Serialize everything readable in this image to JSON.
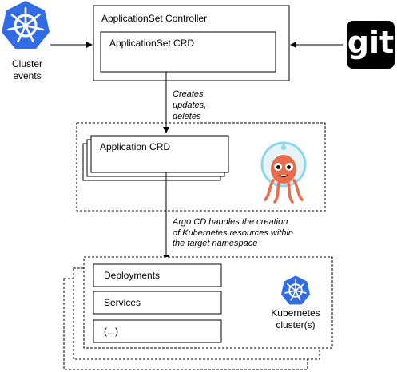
{
  "controller": {
    "title": "ApplicationSet Controller",
    "crd_label": "ApplicationSet CRD"
  },
  "sources": {
    "cluster_events_line1": "Cluster",
    "cluster_events_line2": "events",
    "git_logo_text": "git"
  },
  "arrow_labels": {
    "creates_line1": "Creates,",
    "creates_line2": "updates,",
    "creates_line3": "deletes",
    "argo_line1": "Argo CD handles the creation",
    "argo_line2": "of Kubernetes resources within",
    "argo_line3": "the target namespace"
  },
  "argocd": {
    "crd_label": "Application CRD",
    "mascot_icon": "argo-octopus-icon"
  },
  "cluster": {
    "resources": [
      "Deployments",
      "Services",
      "(...)"
    ],
    "label_line1": "Kubernetes",
    "label_line2": "cluster(s)"
  },
  "colors": {
    "kubernetes": "#326CE5",
    "git_bg": "#000000",
    "argo_head": "#E96D4C",
    "argo_helmet": "#8FD6E8",
    "line": "#000000"
  },
  "icons": {
    "kubernetes": "kubernetes-logo-icon",
    "git": "git-logo-icon",
    "argo": "argo-octopus-icon"
  }
}
